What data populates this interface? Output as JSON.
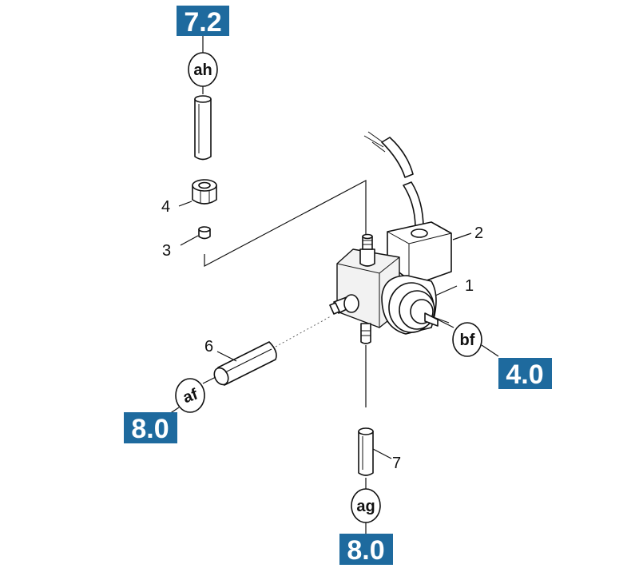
{
  "refs": {
    "top": "7.2",
    "right": "4.0",
    "left": "8.0",
    "bottom": "8.0"
  },
  "bubbles": {
    "ah": "ah",
    "bf": "bf",
    "af": "af",
    "ag": "ag"
  },
  "callouts": {
    "c1": "1",
    "c2": "2",
    "c3": "3",
    "c4": "4",
    "c6": "6",
    "c7": "7"
  },
  "colors": {
    "ref_box": "#1e6a9e"
  }
}
